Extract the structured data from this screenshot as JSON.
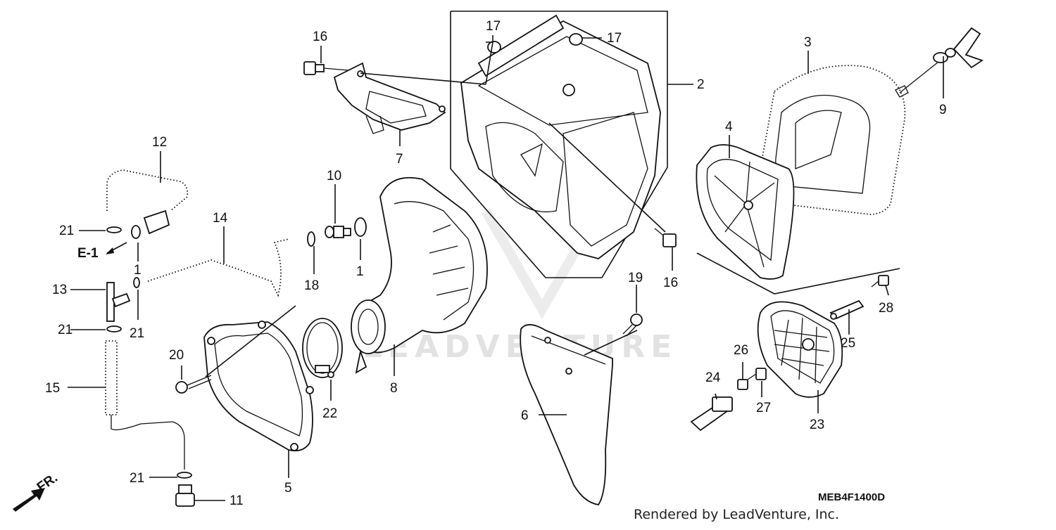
{
  "diagram": {
    "diagram_code": "MEB4F1400D",
    "credit": "Rendered by LeadVenture, Inc.",
    "watermark": "LEADVENTURE",
    "direction_label": "FR.",
    "reference_label": "E-1",
    "callouts": {
      "c1a": "1",
      "c1b": "1",
      "c2": "2",
      "c3": "3",
      "c4": "4",
      "c5": "5",
      "c6": "6",
      "c7": "7",
      "c8": "8",
      "c9": "9",
      "c10": "10",
      "c11": "11",
      "c12": "12",
      "c13": "13",
      "c14": "14",
      "c15": "15",
      "c16a": "16",
      "c16b": "16",
      "c17a": "17",
      "c17b": "17",
      "c18": "18",
      "c19": "19",
      "c20": "20",
      "c21a": "21",
      "c21b": "21",
      "c21c": "21",
      "c21d": "21",
      "c22": "22",
      "c23": "23",
      "c24": "24",
      "c25": "25",
      "c26": "26",
      "c27": "27",
      "c28": "28"
    }
  }
}
